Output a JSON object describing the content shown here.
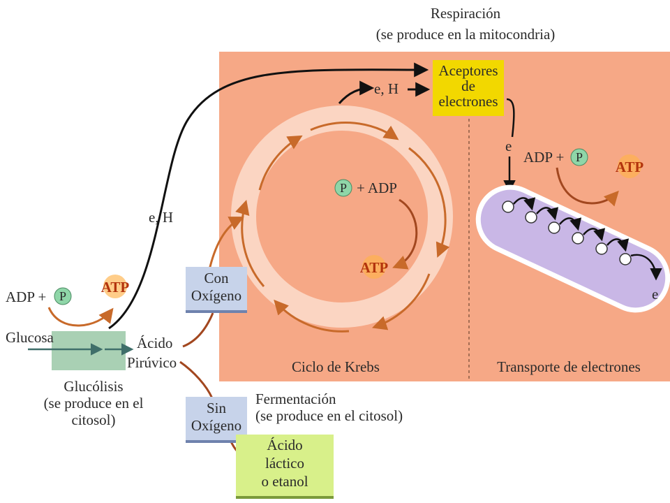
{
  "respiration": {
    "title_line1": "Respiración",
    "title_line2": "(se produce en la mitocondria)",
    "krebs_label": "Ciclo de Krebs",
    "transport_label": "Transporte de electrones",
    "acceptors": [
      "Aceptores",
      "de",
      "electrones"
    ],
    "e_h_top": "e, H",
    "e_down": "e",
    "e_out": "e",
    "krebs_p": "P",
    "krebs_adp": "+ ADP",
    "krebs_atp": "ATP",
    "etc_adp": "ADP +",
    "etc_p": "P",
    "etc_atp": "ATP"
  },
  "glycolysis": {
    "adp": "ADP +",
    "p": "P",
    "atp": "ATP",
    "glucose": "Glucosa",
    "pyruvic_line1": "Ácido",
    "pyruvic_line2": "Pirúvico",
    "label_line1": "Glucólisis",
    "label_line2": "(se produce en el",
    "label_line3": "citosol)",
    "e_h": "e, H"
  },
  "oxygen": {
    "with_line1": "Con",
    "with_line2": "Oxígeno",
    "without_line1": "Sin",
    "without_line2": "Oxígeno"
  },
  "fermentation": {
    "title_line1": "Fermentación",
    "title_line2": "(se produce en el citosol)",
    "product_line1": "Ácido",
    "product_line2": "láctico",
    "product_line3": "o etanol"
  },
  "colors": {
    "mito_bg": "#f6a886",
    "ring": "#fbd5c2",
    "acceptor": "#f2d800",
    "membrane": "#c9b7e6",
    "oxygen_box": "#c7d3ea",
    "glycolysis_box": "#a9d0b4",
    "lactic_box": "#d8f08a",
    "phosphate": "#8fd6a8",
    "arrow_orange": "#c86a2a"
  }
}
